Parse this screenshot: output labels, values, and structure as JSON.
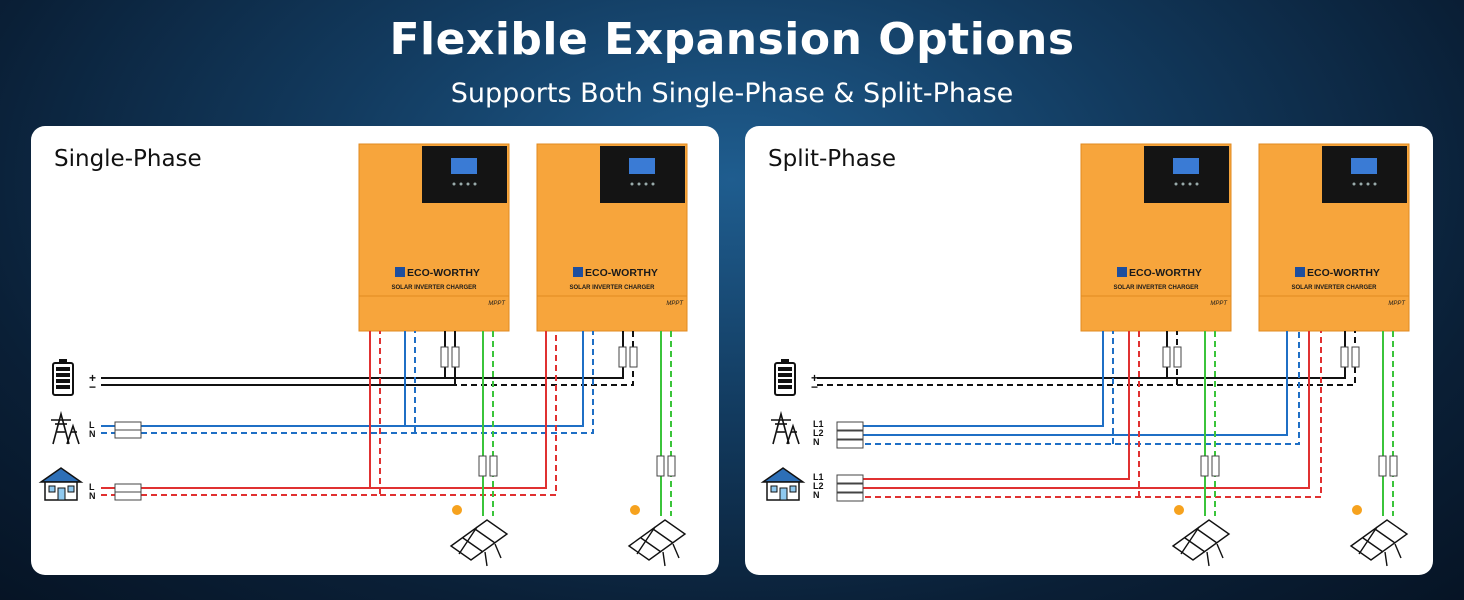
{
  "header": {
    "title": "Flexible Expansion Options",
    "subtitle": "Supports Both  Single-Phase & Split-Phase"
  },
  "colors": {
    "inverter_body": "#f7a53c",
    "ac_output_wire": "#e03131",
    "grid_input_wire": "#1f6fc5",
    "pv_wire": "#3bc43b",
    "battery_wire": "#111111"
  },
  "inverter": {
    "brand": "ECO-WORTHY",
    "model": "SOLAR INVERTER CHARGER",
    "badge": "MPPT"
  },
  "panels": [
    {
      "title": "Single-Phase",
      "battery_labels": [
        "+",
        "−"
      ],
      "grid_labels": [
        "L",
        "N"
      ],
      "home_labels": [
        "L",
        "N"
      ],
      "icons": [
        "battery-icon",
        "power-tower-icon",
        "house-icon",
        "sun-icon",
        "solar-panel-icon"
      ]
    },
    {
      "title": "Split-Phase",
      "battery_labels": [
        "+",
        "−"
      ],
      "grid_labels": [
        "L1",
        "L2",
        "N"
      ],
      "home_labels": [
        "L1",
        "L2",
        "N"
      ],
      "icons": [
        "battery-icon",
        "power-tower-icon",
        "house-icon",
        "sun-icon",
        "solar-panel-icon"
      ]
    }
  ]
}
